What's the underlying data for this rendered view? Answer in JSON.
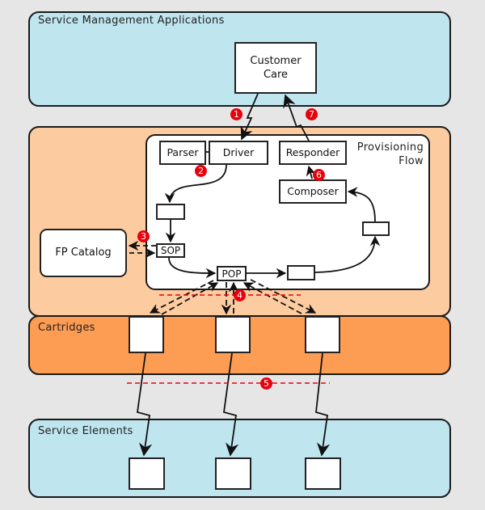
{
  "regions": {
    "service_management": {
      "label": "Service Management Applications",
      "color": "#bfe5ef"
    },
    "provisioning": {
      "color": "#fdcba0"
    },
    "provisioning_flow": {
      "label_line1": "Provisioning",
      "label_line2": "Flow",
      "color": "#ffffff"
    },
    "cartridges": {
      "label": "Cartridges",
      "color": "#fd9c53"
    },
    "service_elements": {
      "label": "Service Elements",
      "color": "#bfe5ef"
    }
  },
  "components": {
    "customer_care": {
      "line1": "Customer",
      "line2": "Care"
    },
    "parser": "Parser",
    "driver": "Driver",
    "responder": "Responder",
    "composer": "Composer",
    "sop": "SOP",
    "pop": "POP",
    "fp_catalog": "FP Catalog"
  },
  "steps": [
    "1",
    "2",
    "3",
    "4",
    "5",
    "6",
    "7"
  ],
  "colors": {
    "background": "#e6e6e6",
    "badge": "#e8000b",
    "boundary_line": "#e8000b",
    "stroke": "#1a1a1a"
  }
}
